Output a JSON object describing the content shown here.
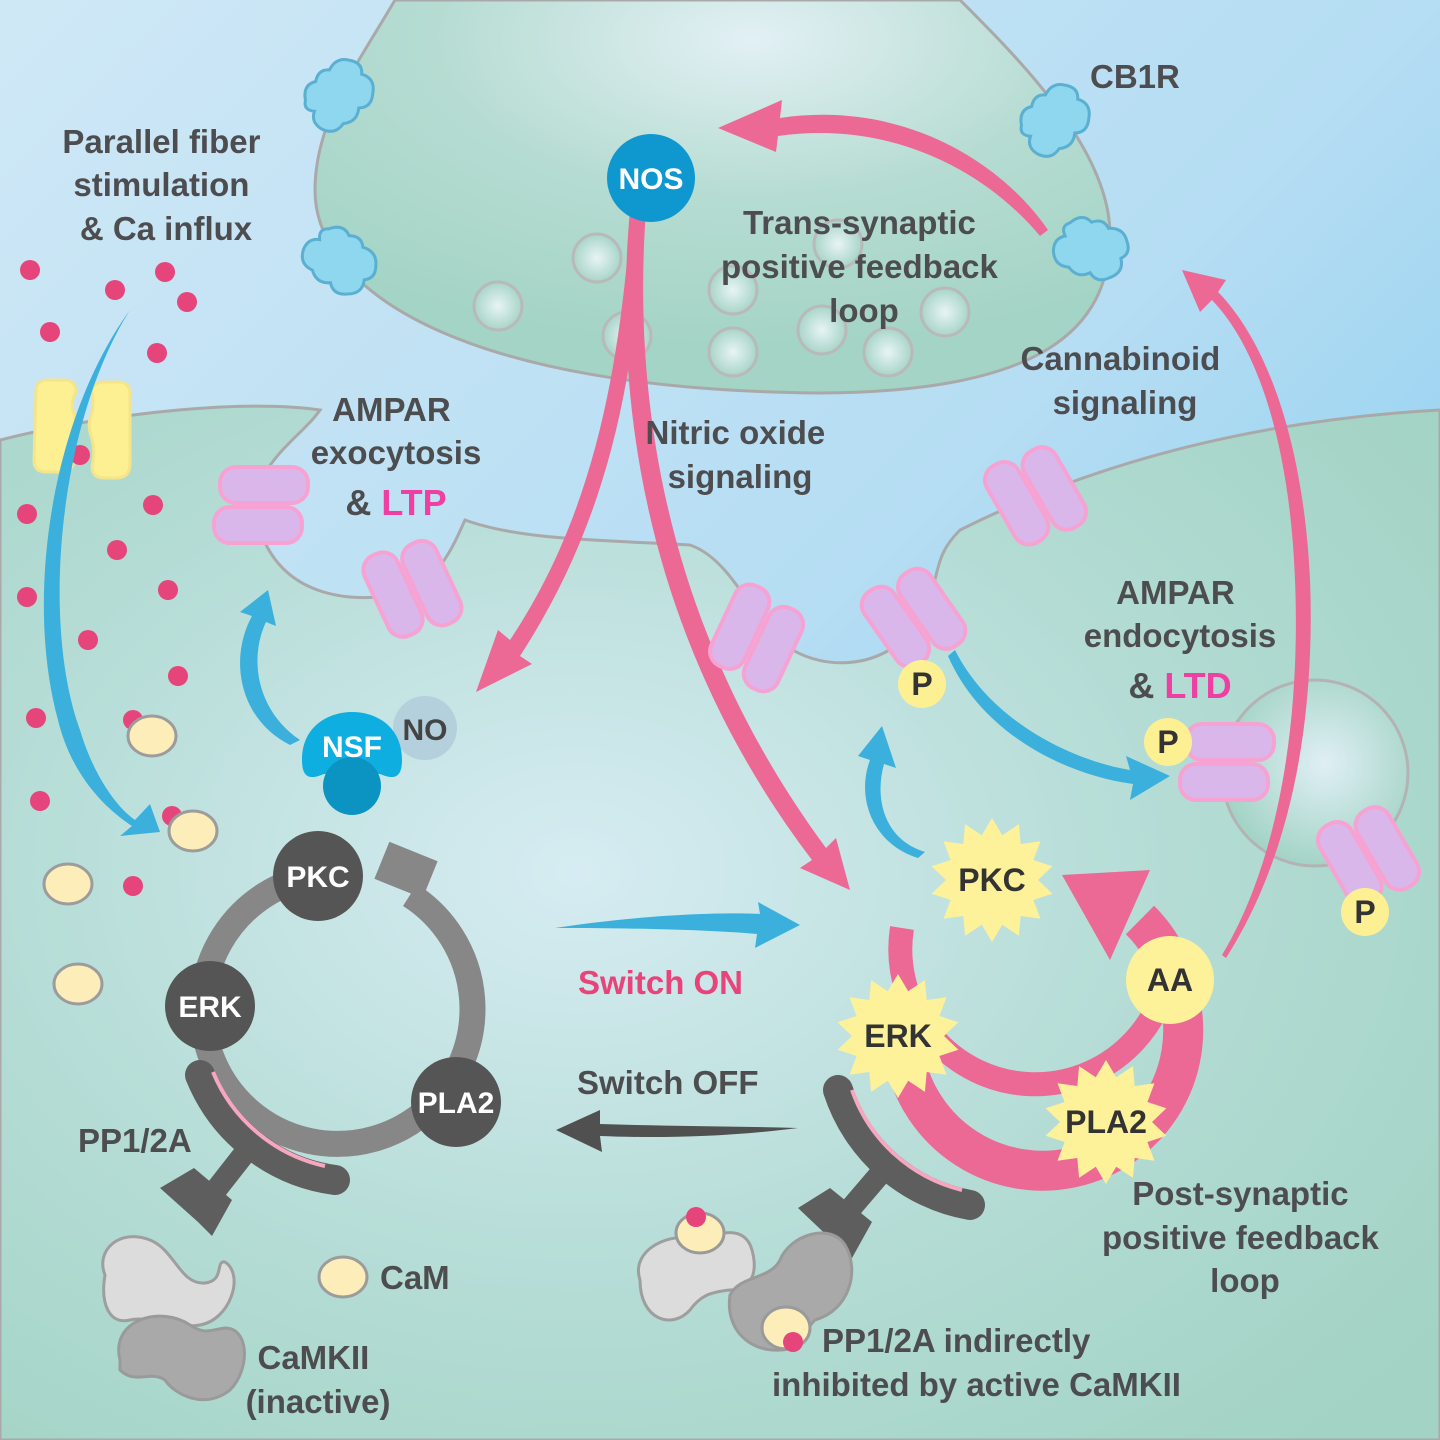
{
  "title": "Cerebellar LTP / LTD bistable switch diagram",
  "colors": {
    "synaptic_cleft": "#a9d7f0",
    "cell_fill": "#a6d6c8",
    "pink_arrow": "#ec6895",
    "blue_arrow": "#3bb0dc",
    "dark_arrow": "#505050",
    "ca_ion": "#e5457a",
    "ampar": "#dab7ea",
    "ampar_outline": "#f6a3d3",
    "channel": "#fdf093",
    "nos_nsf": "#0f98cf",
    "active_kinase": "#fdf19a",
    "inactive_kinase": "#555555",
    "text": "#4d4d4f",
    "highlight": "#ee3fa2"
  },
  "labels": {
    "parallel_fiber": [
      "Parallel fiber",
      "stimulation",
      "& Ca influx"
    ],
    "trans_synaptic": [
      "Trans-synaptic",
      "positive feedback",
      "loop"
    ],
    "cb1r": "CB1R",
    "cannabinoid": [
      "Cannabinoid",
      "signaling"
    ],
    "nitric_oxide": [
      "Nitric oxide",
      "signaling"
    ],
    "ampar_exo": [
      "AMPAR",
      "exocytosis"
    ],
    "ampar_exo_amp": "& ",
    "ltp": "LTP",
    "ampar_endo": [
      "AMPAR",
      "endocytosis"
    ],
    "ampar_endo_amp": "& ",
    "ltd": "LTD",
    "switch_on": "Switch ON",
    "switch_off": "Switch OFF",
    "post_synaptic": [
      "Post-synaptic",
      "positive feedback",
      "loop"
    ],
    "pp12a": "PP1/2A",
    "cam": "CaM",
    "camkii_inactive": [
      "CaMKII",
      "(inactive)"
    ],
    "pp12a_inhibited": [
      "PP1/2A indirectly",
      "inhibited by active CaMKII"
    ]
  },
  "molecules": {
    "nos": "NOS",
    "nsf": "NSF",
    "no": "NO",
    "phospho": "P",
    "inactive_loop": [
      "PKC",
      "ERK",
      "PLA2"
    ],
    "active_loop": [
      "PKC",
      "ERK",
      "PLA2",
      "AA"
    ]
  }
}
